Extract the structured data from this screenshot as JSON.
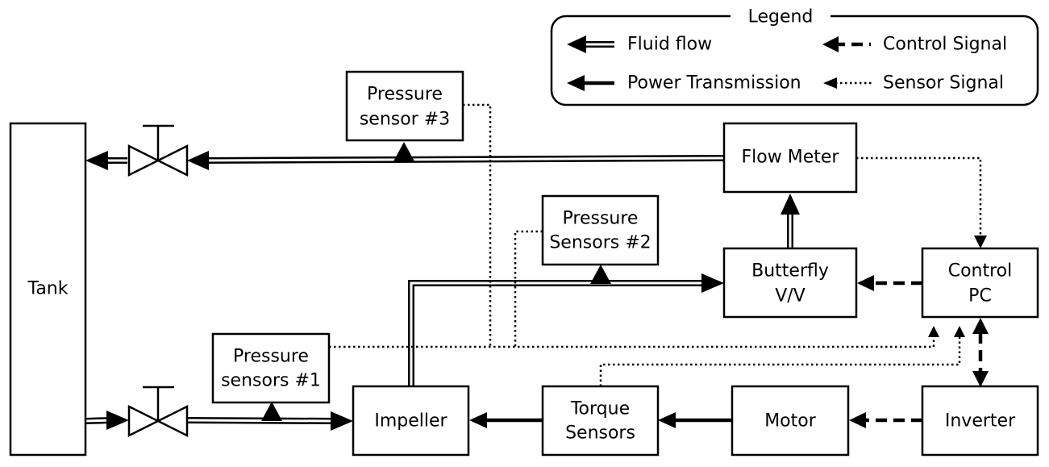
{
  "legend": {
    "title": "Legend",
    "fluid_flow": "Fluid flow",
    "power_transmission": "Power Transmission",
    "control_signal": "Control Signal",
    "sensor_signal": "Sensor Signal"
  },
  "blocks": {
    "tank": "Tank",
    "pressure_sensor_3": [
      "Pressure",
      "sensor #3"
    ],
    "pressure_sensors_2": [
      "Pressure",
      "Sensors #2"
    ],
    "pressure_sensors_1": [
      "Pressure",
      "sensors #1"
    ],
    "flow_meter": "Flow Meter",
    "butterfly_valve": [
      "Butterfly",
      "V/V"
    ],
    "control_pc": [
      "Control",
      "PC"
    ],
    "impeller": "Impeller",
    "torque_sensors": [
      "Torque",
      "Sensors"
    ],
    "motor": "Motor",
    "inverter": "Inverter"
  }
}
